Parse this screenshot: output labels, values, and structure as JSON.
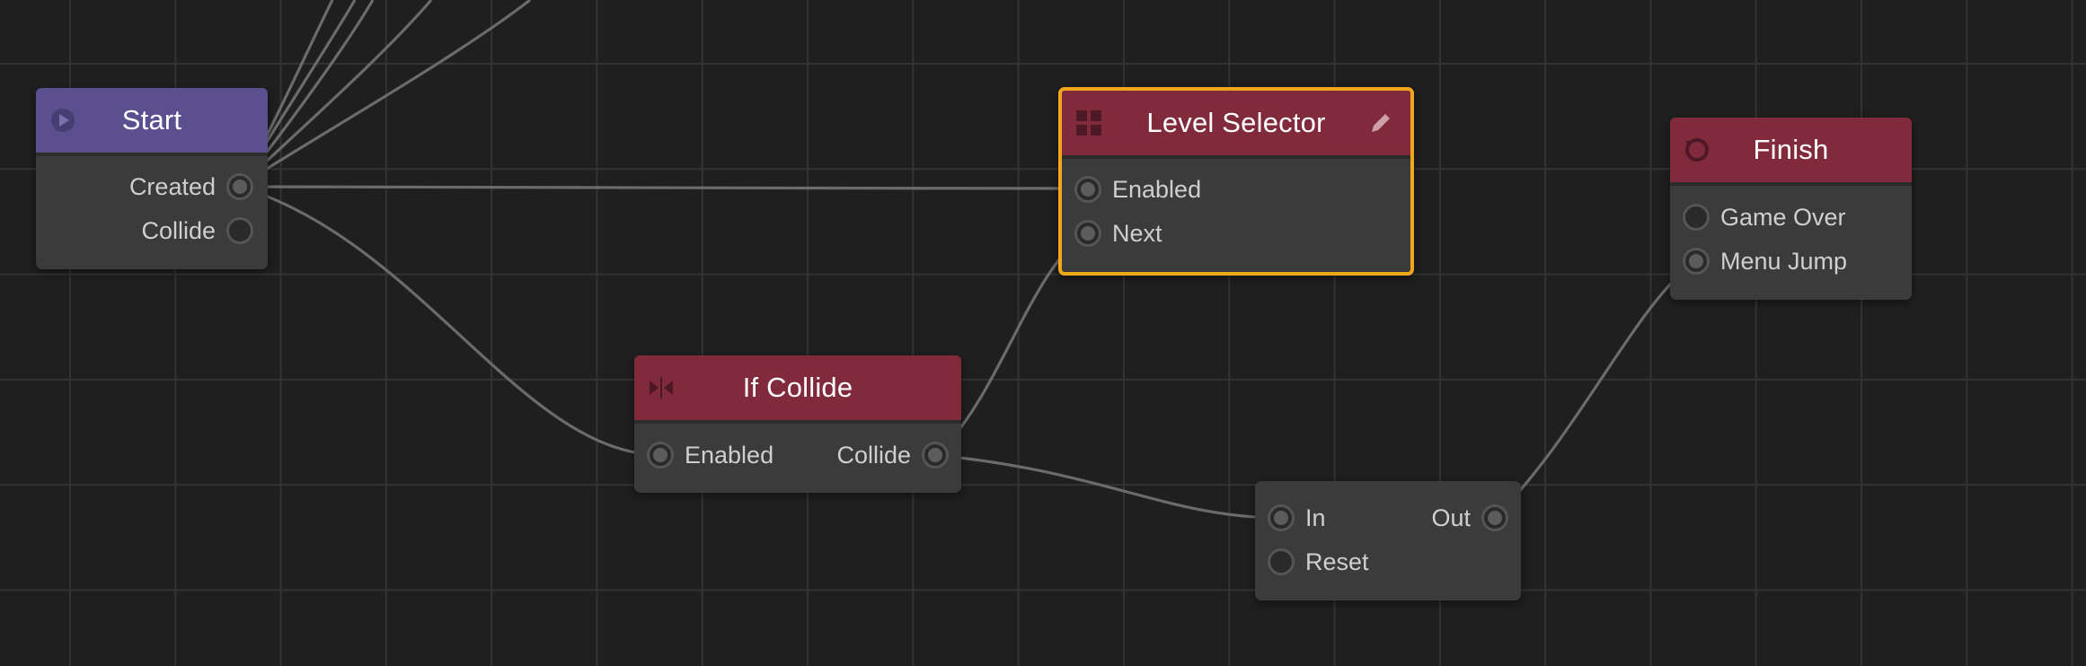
{
  "nodes": {
    "start": {
      "title": "Start",
      "icon": "play-icon",
      "header_color": "#5b4f8f",
      "outputs": [
        "Created",
        "Collide"
      ]
    },
    "level_selector": {
      "title": "Level Selector",
      "icon": "puzzle-icon",
      "action_icon": "pencil-icon",
      "header_color": "#802a3c",
      "selected": true,
      "selection_color": "#f0a71c",
      "inputs": [
        "Enabled",
        "Next"
      ]
    },
    "finish": {
      "title": "Finish",
      "icon": "restart-icon",
      "header_color": "#802a3c",
      "inputs": [
        "Game Over",
        "Menu Jump"
      ]
    },
    "if_collide": {
      "title": "If Collide",
      "icon": "collide-icon",
      "header_color": "#802a3c",
      "inputs": [
        "Enabled"
      ],
      "outputs": [
        "Collide"
      ]
    },
    "gate": {
      "inputs": [
        "In",
        "Reset"
      ],
      "outputs": [
        "Out"
      ]
    }
  },
  "connections": [
    {
      "from": "Start.Created",
      "to": "Level Selector.Enabled"
    },
    {
      "from": "Start.Created",
      "to": "If Collide.Enabled"
    },
    {
      "from": "If Collide.Collide",
      "to": "Level Selector.Next"
    },
    {
      "from": "If Collide.Collide",
      "to": "In"
    },
    {
      "from": "Out",
      "to": "Finish.Menu Jump"
    }
  ],
  "colors": {
    "background": "#1f1f1f",
    "grid": "#333333",
    "node_body": "#3b3b3b",
    "wire": "#6b6b6b"
  }
}
